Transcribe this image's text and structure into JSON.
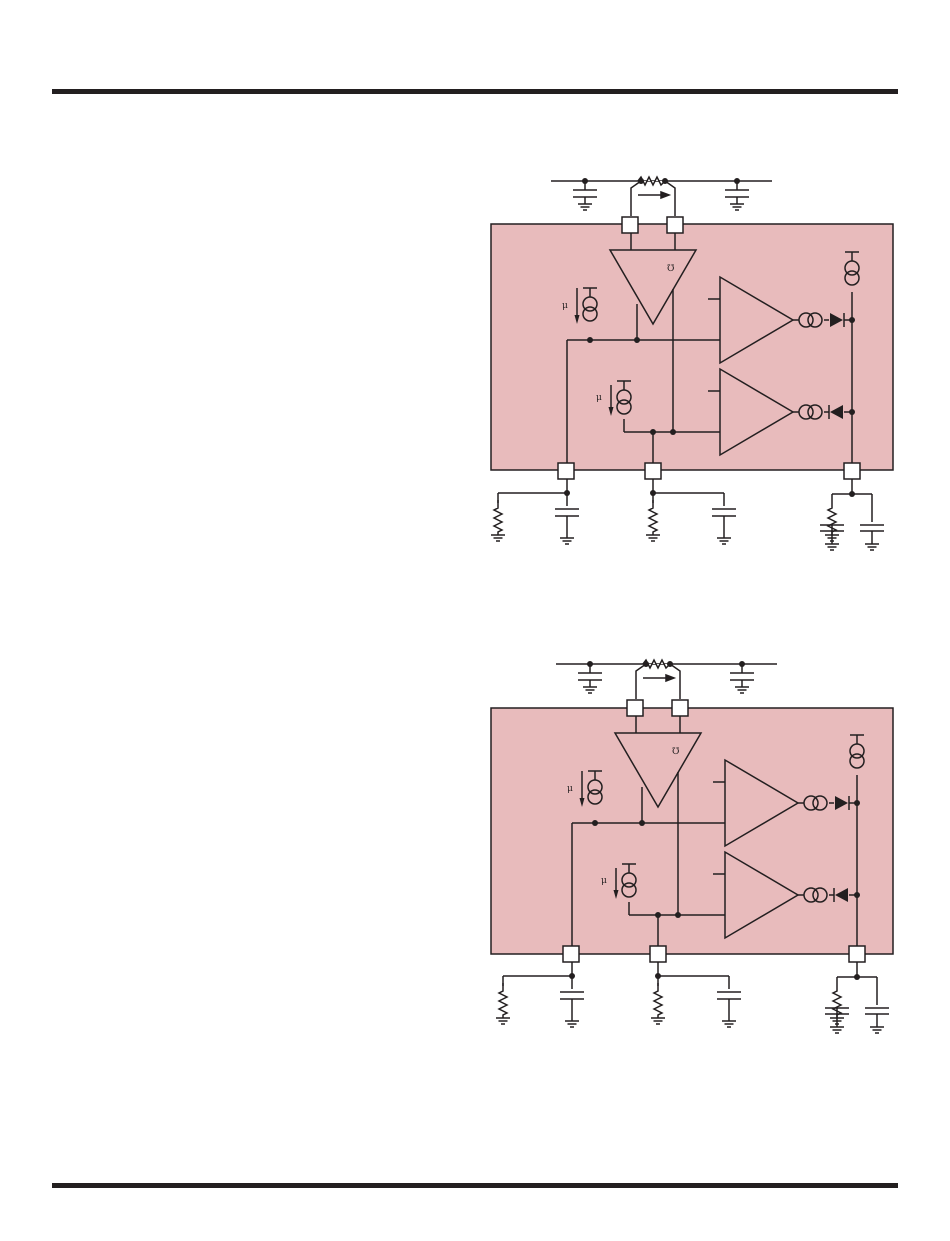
{
  "page": {
    "header_rule": true,
    "footer_rule": true
  },
  "colors": {
    "ic_fill": "#e8bbbc",
    "line": "#231f20",
    "background": "#ffffff"
  },
  "diagrams": [
    {
      "glyphs": {
        "amp": "℧",
        "source_a": "μ",
        "source_b": "μ"
      }
    },
    {
      "glyphs": {
        "amp": "℧",
        "source_a": "μ",
        "source_b": "μ"
      }
    }
  ]
}
